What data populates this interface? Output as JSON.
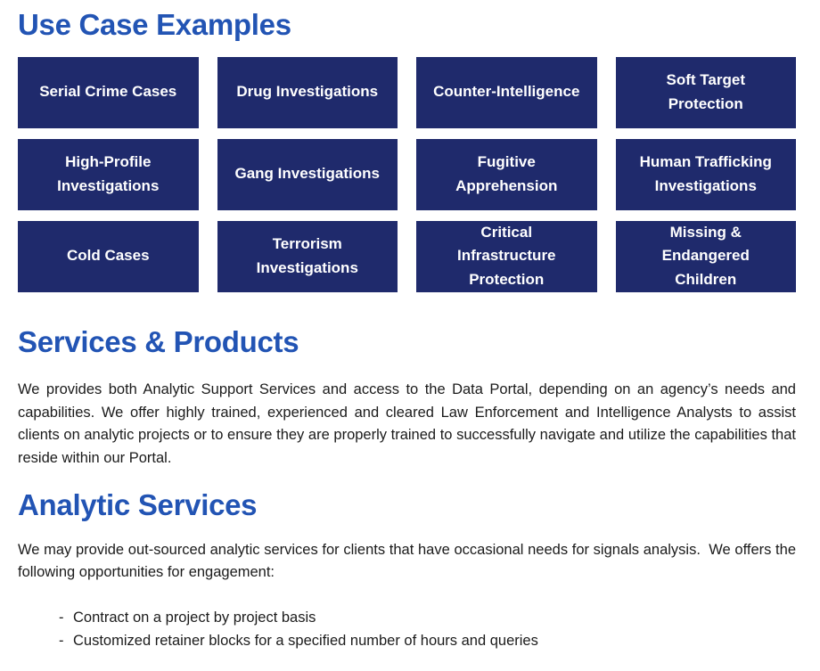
{
  "page": {
    "accent_blue": "#2254b4",
    "tile_navy": "#1f2a6c",
    "background": "#ffffff"
  },
  "use_cases": {
    "heading": "Use Case Examples",
    "items": [
      "Serial Crime Cases",
      "Drug Investigations",
      "Counter-Intelligence",
      "Soft Target\nProtection",
      "High-Profile\nInvestigations",
      "Gang Investigations",
      "Fugitive\nApprehension",
      "Human Trafficking\nInvestigations",
      "Cold Cases",
      "Terrorism\nInvestigations",
      "Critical\nInfrastructure\nProtection",
      "Missing &\nEndangered\nChildren"
    ]
  },
  "services_products": {
    "heading": "Services & Products",
    "paragraph": "We provides both Analytic Support Services and access to the Data Portal, depending on an agency’s needs and capabilities. We offer highly trained, experienced and cleared Law Enforcement and Intelligence Analysts to assist clients on analytic projects or to ensure they are properly trained to successfully navigate and utilize the capabilities that reside within our Portal."
  },
  "analytic_services": {
    "heading": "Analytic Services",
    "paragraph": "We may provide out-sourced analytic services for clients that have occasional needs for signals analysis.  We offers the following opportunities for engagement:",
    "bullet_marker": "-",
    "bullets": [
      "Contract on a project by project basis",
      "Customized retainer blocks for a specified number of hours and queries"
    ]
  }
}
